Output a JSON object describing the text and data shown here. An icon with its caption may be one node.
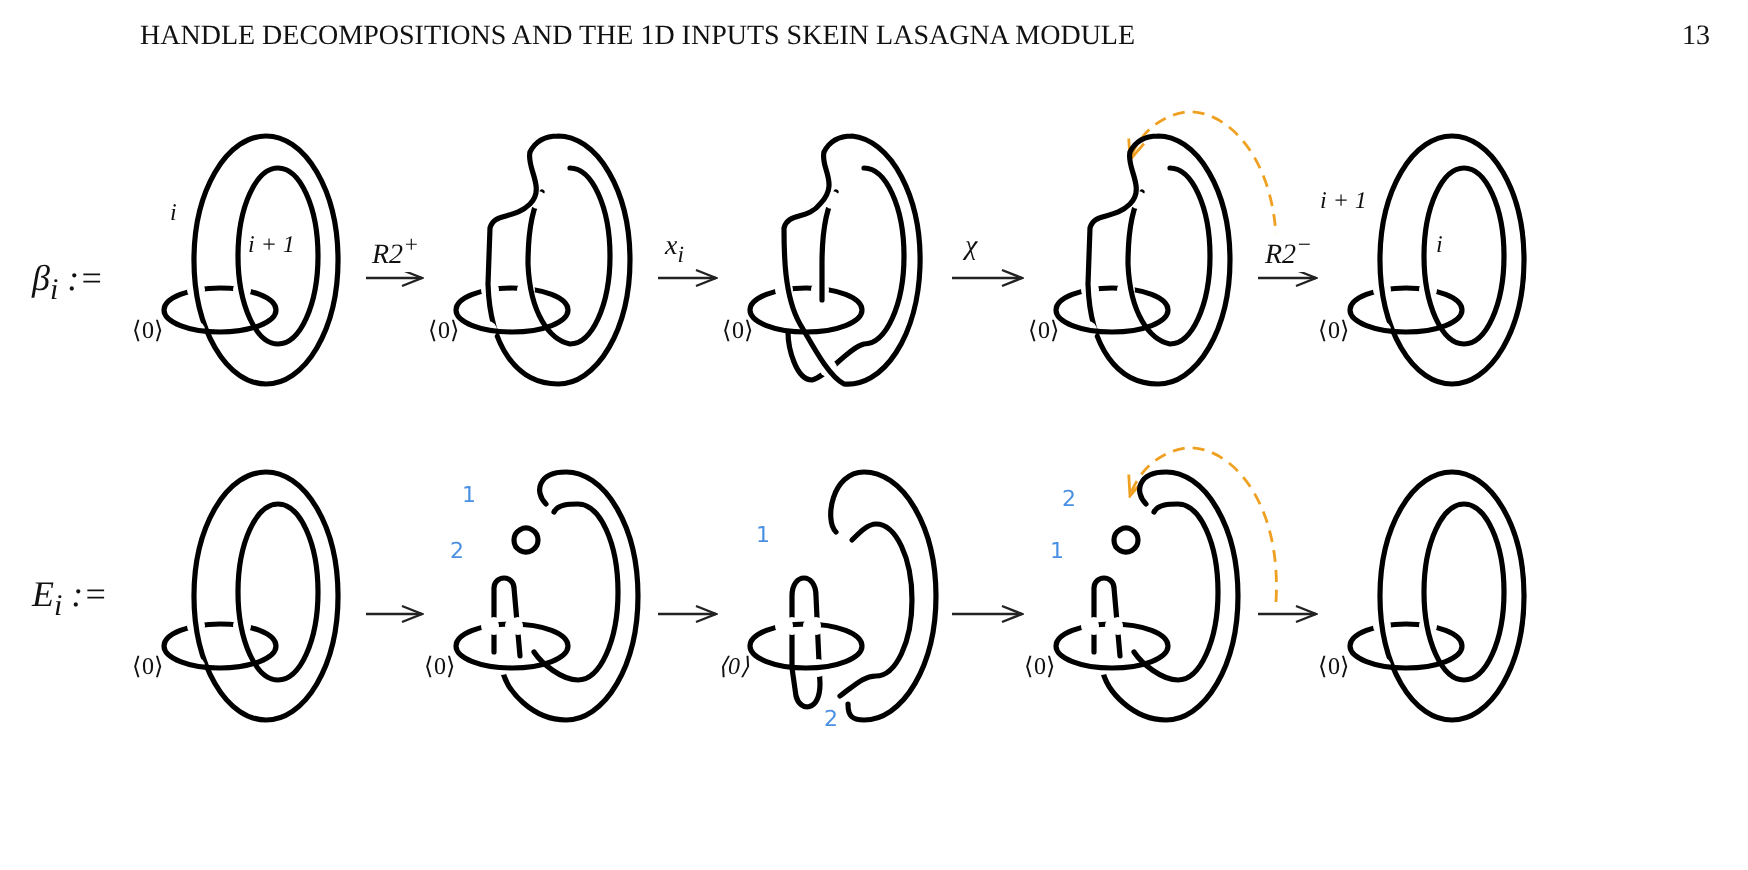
{
  "diagram": {
    "nodes": [
      {
        "text": [
          "i",
          "i + 1",
          "⟨0⟩"
        ]
      },
      {
        "text": [
          "⟨0⟩"
        ]
      },
      {
        "text": [
          "⟨0⟩"
        ]
      },
      {
        "text": [
          "⟨0⟩"
        ]
      },
      {
        "text": [
          "i + 1",
          "i",
          "⟨0⟩"
        ]
      },
      {
        "text": [
          "⟨0⟩"
        ]
      },
      {
        "text": [
          "1",
          "2",
          "⟨0⟩"
        ]
      },
      {
        "text": [
          "1",
          "⟨0⟩",
          "2"
        ]
      },
      {
        "text": [
          "2",
          "1",
          "⟨0⟩"
        ]
      },
      {
        "text": [
          "⟨0⟩"
        ]
      }
    ],
    "edges": [
      {
        "from": 0,
        "to": 1,
        "arrow": "to",
        "label": "R2$^{+}$"
      },
      {
        "from": 1,
        "to": 2,
        "arrow": "to",
        "label": "x$_{i}$"
      },
      {
        "from": 2,
        "to": 3,
        "arrow": "to",
        "label": "χ"
      },
      {
        "from": 3,
        "to": 4,
        "arrow": "to",
        "label": "R2$^{−}$"
      },
      {
        "from": 5,
        "to": 6,
        "arrow": "to"
      },
      {
        "from": 6,
        "to": 7,
        "arrow": "to"
      },
      {
        "from": 7,
        "to": 8,
        "arrow": "to"
      },
      {
        "from": 8,
        "to": 9,
        "arrow": "to"
      }
    ],
    "labels": [
      "HANDLE DECOMPOSITIONS AND THE 1D INPUTS SKEIN LASAGNA MODULE",
      "13",
      "β$_{i}$ :=",
      "E$_{i}$ :="
    ]
  }
}
